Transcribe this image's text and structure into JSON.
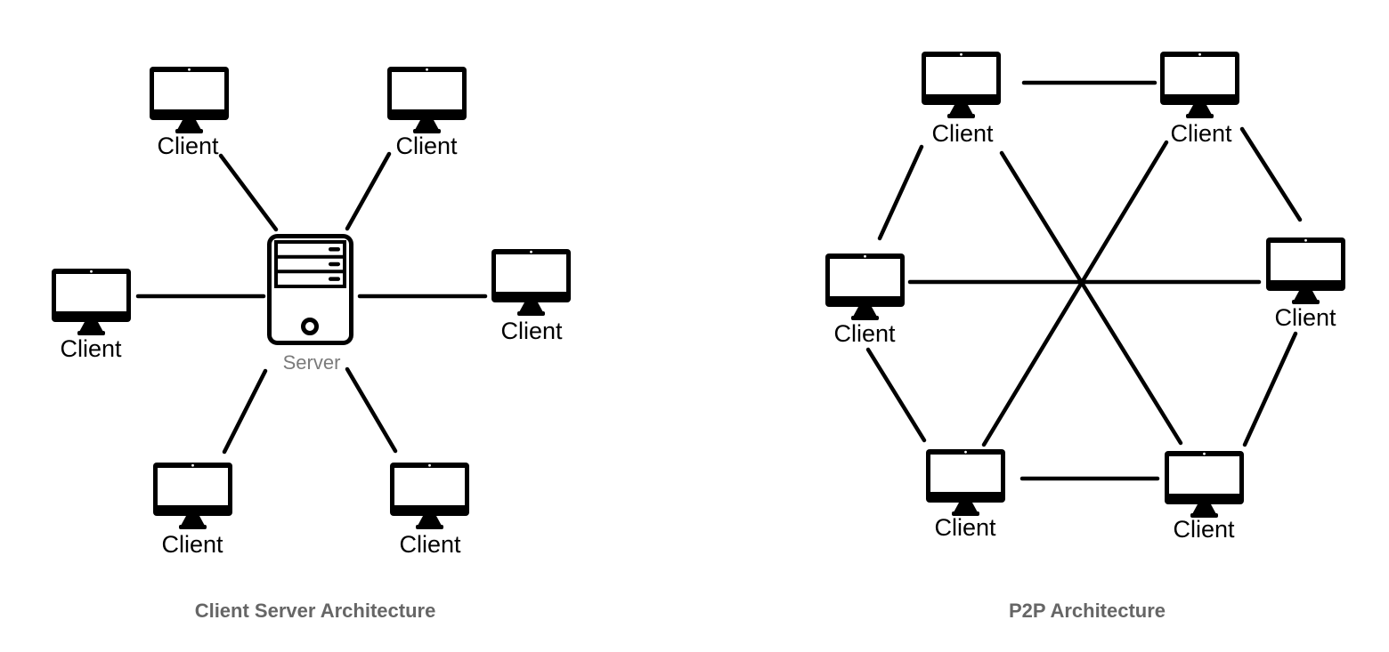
{
  "colors": {
    "node_icon": "#000000",
    "connection_line": "#000000",
    "server_label_text": "#7b7b7b",
    "title_text": "#666666",
    "background": "#ffffff"
  },
  "client_server_diagram": {
    "title": "Client Server Architecture",
    "server_label": "Server",
    "client_labels": [
      "Client",
      "Client",
      "Client",
      "Client",
      "Client",
      "Client"
    ]
  },
  "p2p_diagram": {
    "title": "P2P Architecture",
    "client_labels": [
      "Client",
      "Client",
      "Client",
      "Client",
      "Client",
      "Client"
    ]
  }
}
